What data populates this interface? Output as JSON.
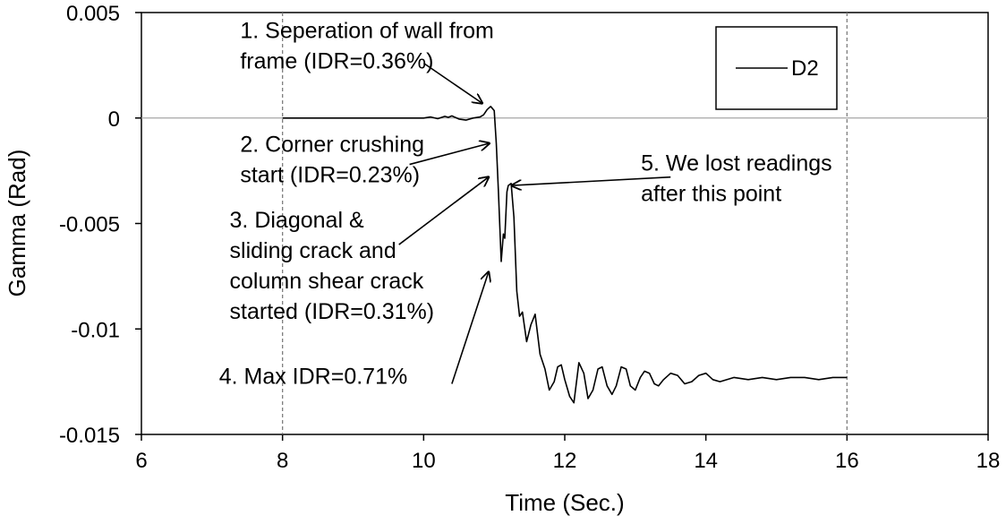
{
  "chart_data": {
    "type": "line",
    "title": "",
    "xlabel": "Time (Sec.)",
    "ylabel": "Gamma (Rad)",
    "xlim": [
      6,
      18
    ],
    "ylim": [
      -0.015,
      0.005
    ],
    "x_ticks": [
      6,
      8,
      10,
      12,
      14,
      16,
      18
    ],
    "x_tick_labels": [
      "6",
      "8",
      "10",
      "12",
      "14",
      "16",
      "18"
    ],
    "y_ticks": [
      0.005,
      0,
      -0.005,
      -0.01,
      -0.015
    ],
    "y_tick_labels": [
      "0.005",
      "0",
      "-0.005",
      "-0.01",
      "-0.015"
    ],
    "grid": false,
    "vertical_reference_lines": [
      8,
      16
    ],
    "horizontal_reference_lines": [
      0
    ],
    "legend": {
      "position": "top-right",
      "entries": [
        "D2"
      ]
    },
    "series": [
      {
        "name": "D2",
        "color": "#000000",
        "x": [
          8.0,
          9.0,
          10.0,
          10.1,
          10.2,
          10.3,
          10.35,
          10.4,
          10.5,
          10.6,
          10.7,
          10.8,
          10.85,
          10.9,
          10.95,
          11.0,
          11.03,
          11.06,
          11.1,
          11.13,
          11.15,
          11.18,
          11.2,
          11.24,
          11.28,
          11.32,
          11.36,
          11.4,
          11.46,
          11.52,
          11.58,
          11.65,
          11.72,
          11.78,
          11.85,
          11.9,
          11.95,
          12.0,
          12.07,
          12.13,
          12.2,
          12.27,
          12.33,
          12.4,
          12.47,
          12.53,
          12.6,
          12.67,
          12.73,
          12.8,
          12.87,
          12.93,
          13.0,
          13.07,
          13.13,
          13.2,
          13.27,
          13.33,
          13.4,
          13.5,
          13.6,
          13.7,
          13.8,
          13.9,
          14.0,
          14.1,
          14.2,
          14.4,
          14.6,
          14.8,
          15.0,
          15.2,
          15.4,
          15.6,
          15.8,
          16.0
        ],
        "y": [
          0.0,
          0.0,
          0.0,
          5e-05,
          -3e-05,
          8e-05,
          3e-05,
          0.0001,
          -5e-05,
          -0.0001,
          0.0,
          5e-05,
          0.00015,
          0.0004,
          0.00055,
          0.00035,
          -0.0012,
          -0.0035,
          -0.0068,
          -0.0055,
          -0.0057,
          -0.0035,
          -0.0032,
          -0.0031,
          -0.0047,
          -0.0082,
          -0.0094,
          -0.0092,
          -0.0106,
          -0.0098,
          -0.0093,
          -0.0112,
          -0.0119,
          -0.0129,
          -0.0125,
          -0.0118,
          -0.0117,
          -0.0124,
          -0.0132,
          -0.0135,
          -0.0116,
          -0.0121,
          -0.0133,
          -0.0129,
          -0.0119,
          -0.0118,
          -0.0127,
          -0.0131,
          -0.0127,
          -0.0118,
          -0.0119,
          -0.0127,
          -0.0129,
          -0.0123,
          -0.012,
          -0.0121,
          -0.0126,
          -0.0127,
          -0.0124,
          -0.0121,
          -0.0122,
          -0.0126,
          -0.0125,
          -0.0122,
          -0.0121,
          -0.0124,
          -0.0125,
          -0.0123,
          -0.0124,
          -0.0123,
          -0.0124,
          -0.0123,
          -0.0123,
          -0.0124,
          -0.0123,
          -0.0123
        ]
      }
    ],
    "annotations": [
      {
        "lines": [
          "1. Seperation of wall from",
          "frame (IDR=0.36%)"
        ],
        "text_at": [
          7.4,
          0.0038
        ],
        "arrow_from": [
          10.0,
          0.0026
        ],
        "arrow_to": [
          10.83,
          0.0007
        ]
      },
      {
        "lines": [
          "2. Corner crushing",
          "start (IDR=0.23%)"
        ],
        "text_at": [
          7.4,
          -0.0016
        ],
        "arrow_from": [
          9.8,
          -0.0022
        ],
        "arrow_to": [
          10.93,
          -0.0012
        ]
      },
      {
        "lines": [
          "3. Diagonal  &",
          "sliding crack and",
          "column shear crack",
          "started (IDR=0.31%)"
        ],
        "text_at": [
          7.25,
          -0.0052
        ],
        "arrow_from": [
          9.65,
          -0.006
        ],
        "arrow_to": [
          10.92,
          -0.0028
        ]
      },
      {
        "lines": [
          "4. Max IDR=0.71%"
        ],
        "text_at": [
          7.1,
          -0.0126
        ],
        "arrow_from": [
          10.4,
          -0.0126
        ],
        "arrow_to": [
          10.92,
          -0.0073
        ]
      },
      {
        "lines": [
          "5. We lost readings",
          "after this point"
        ],
        "text_at": [
          13.08,
          -0.0025
        ],
        "arrow_from": [
          13.5,
          -0.0028
        ],
        "arrow_to": [
          11.25,
          -0.0032
        ]
      }
    ]
  }
}
